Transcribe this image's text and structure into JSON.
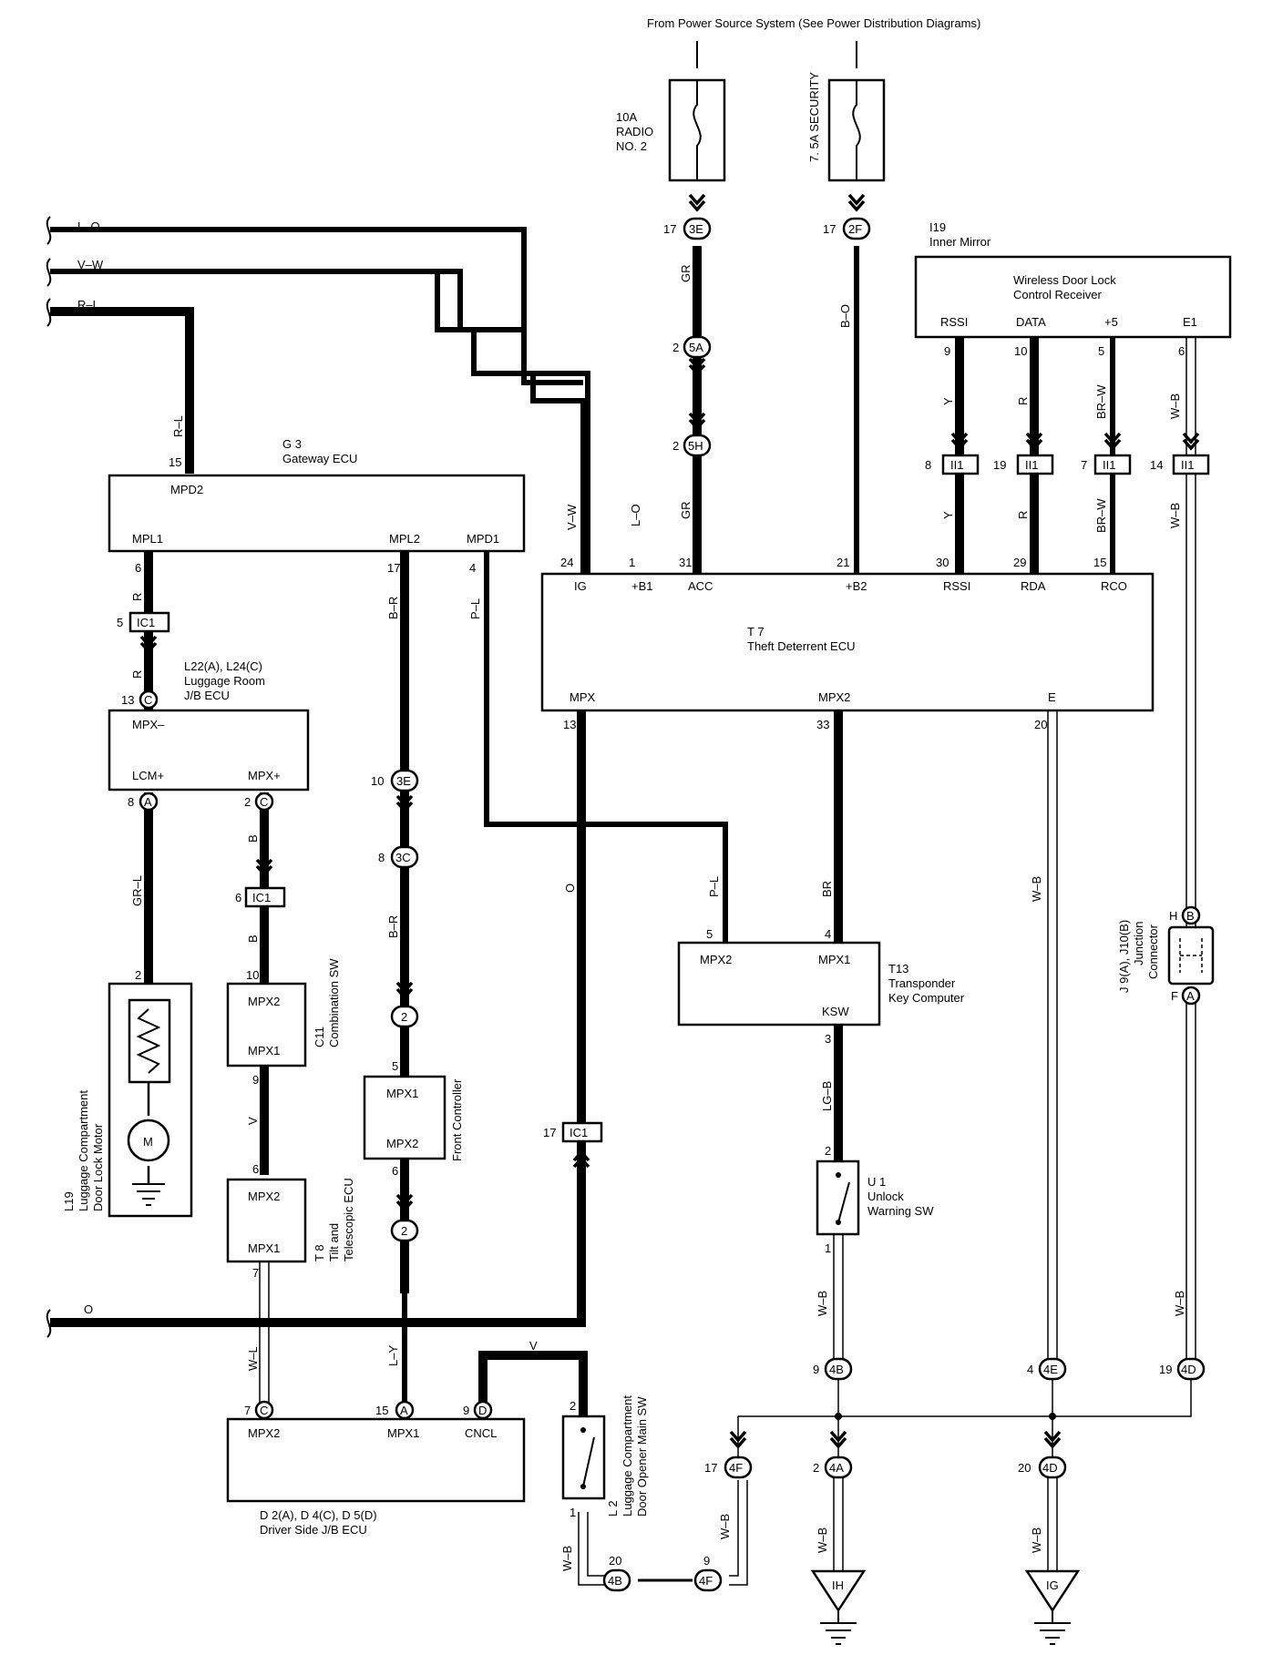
{
  "header": {
    "source_note": "From Power Source System (See  Power Distribution Diagrams)"
  },
  "fuses": [
    {
      "amps": "10A",
      "name_line1": "RADIO",
      "name_line2": "NO. 2"
    },
    {
      "text": "7. 5A SECURITY"
    }
  ],
  "wires": {
    "lo": "L–O",
    "vw": "V–W",
    "rl": "R–L",
    "gr": "GR",
    "bo": "B–O",
    "y": "Y",
    "r": "R",
    "brw": "BR–W",
    "wb": "W–B",
    "br": "B–R",
    "pl": "P–L",
    "o": "O",
    "grl": "GR–L",
    "b": "B",
    "v": "V",
    "wl": "W–L",
    "ly": "L–Y",
    "lgb": "LG–B",
    "brn": "BR"
  },
  "components": {
    "inner_mirror": {
      "ref": "I19",
      "name": "Inner Mirror",
      "title1": "Wireless Door Lock",
      "title2": "Control Receiver",
      "pins": [
        "RSSI",
        "DATA",
        "+5",
        "E1"
      ]
    },
    "gateway": {
      "ref": "G 3",
      "name": "Gateway ECU",
      "pins": [
        "MPD2",
        "MPL1",
        "MPL2",
        "MPD1"
      ]
    },
    "theft": {
      "ref": "T 7",
      "name": "Theft Deterrent ECU",
      "pins_top": [
        "IG",
        "+B1",
        "ACC",
        "+B2",
        "RSSI",
        "RDA",
        "RCO"
      ],
      "pins_bottom": [
        "MPX",
        "MPX2",
        "E"
      ]
    },
    "luggage_room": {
      "ref": "L22(A), L24(C)",
      "name1": "Luggage Room",
      "name2": "J/B ECU",
      "pins": [
        "MPX–",
        "LCM+",
        "MPX+"
      ]
    },
    "combination_sw": {
      "ref": "C11",
      "name": "Combination SW",
      "pins": [
        "MPX2",
        "MPX1"
      ]
    },
    "front_controller": {
      "name": "Front Controller",
      "pins": [
        "MPX1",
        "MPX2"
      ]
    },
    "transponder": {
      "ref": "T13",
      "name1": "Transponder",
      "name2": "Key Computer",
      "pins": [
        "MPX2",
        "MPX1",
        "KSW"
      ]
    },
    "unlock_sw": {
      "ref": "U 1",
      "name1": "Unlock",
      "name2": "Warning SW"
    },
    "tilt": {
      "ref": "T 8",
      "name1": "Tilt and",
      "name2": "Telescopic ECU",
      "pins": [
        "MPX2",
        "MPX1"
      ]
    },
    "motor": {
      "ref": "L19",
      "name1": "Luggage Compartment",
      "name2": "Door Lock Motor",
      "symbol": "M"
    },
    "driver_jb": {
      "ref": "D 2(A), D 4(C), D 5(D)",
      "name": "Driver Side J/B ECU",
      "pins": [
        "MPX2",
        "MPX1",
        "CNCL"
      ]
    },
    "opener_sw": {
      "ref": "L 2",
      "name1": "Luggage Compartment",
      "name2": "Door Opener Main SW"
    },
    "junction": {
      "ref": "J 9(A), J10(B)",
      "name1": "Junction",
      "name2": "Connector"
    }
  },
  "connectors": {
    "c3e": "3E",
    "c2f": "2F",
    "c5a": "5A",
    "c5h": "5H",
    "ii1": "II1",
    "ic1": "IC1",
    "c3c": "3C",
    "c2": "2",
    "c4b": "4B",
    "c4e": "4E",
    "c4d": "4D",
    "c4f": "4F",
    "c4a": "4A",
    "a": "A",
    "b": "B",
    "c": "C",
    "d": "D",
    "f": "F",
    "h": "H"
  },
  "grounds": {
    "ih": "IH",
    "ig": "IG"
  },
  "pins": {
    "p1": "1",
    "p2": "2",
    "p3": "3",
    "p4": "4",
    "p5": "5",
    "p6": "6",
    "p7": "7",
    "p8": "8",
    "p9": "9",
    "p10": "10",
    "p13": "13",
    "p14": "14",
    "p15": "15",
    "p17": "17",
    "p19": "19",
    "p20": "20",
    "p21": "21",
    "p24": "24",
    "p29": "29",
    "p30": "30",
    "p31": "31",
    "p33": "33"
  }
}
